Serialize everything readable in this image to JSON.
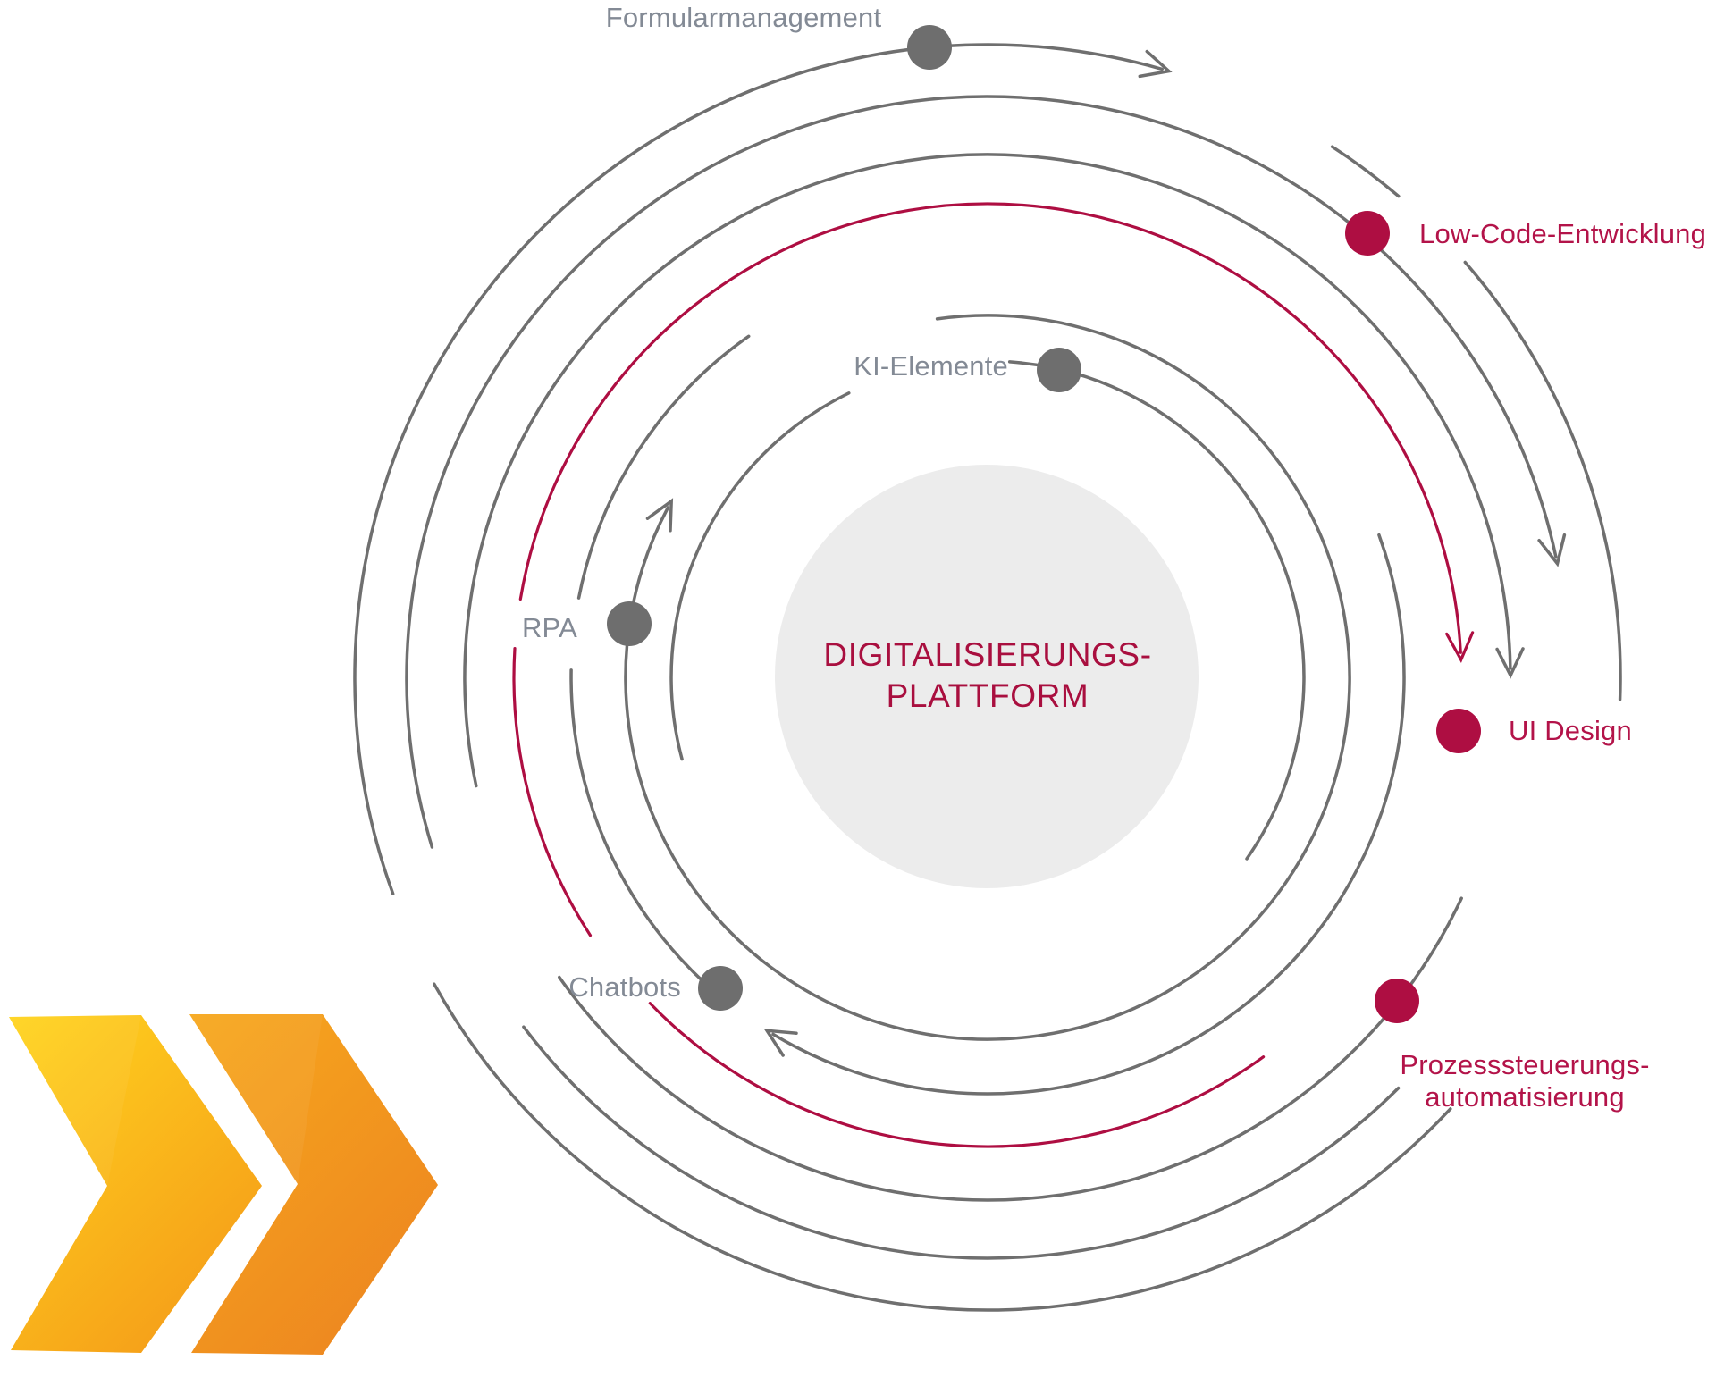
{
  "diagram": {
    "center": {
      "title_line1": "DIGITALISIERUNGS-",
      "title_line2": "PLATTFORM"
    },
    "nodes": [
      {
        "label": "Formularmanagement",
        "style": "gray"
      },
      {
        "label": "Low-Code-Entwicklung",
        "style": "crimson"
      },
      {
        "label": "KI-Elemente",
        "style": "gray"
      },
      {
        "label": "RPA",
        "style": "gray"
      },
      {
        "label": "UI Design",
        "style": "crimson"
      },
      {
        "label": "Chatbots",
        "style": "gray"
      },
      {
        "label_line1": "Prozesssteuerungs-",
        "label_line2": "automatisierung",
        "style": "crimson"
      }
    ],
    "colors": {
      "arc_gray": "#6F6F6F",
      "dot_gray": "#6E6E6E",
      "label_gray": "#838A95",
      "arc_crimson": "#AE0E42",
      "label_crimson": "#B31349",
      "center_fill": "#ECECEC",
      "center_text": "#A90F3F",
      "logo_gold_start": "#FFD41E",
      "logo_gold_end": "#F59C19",
      "logo_orange_start": "#F7A81D",
      "logo_orange_end": "#ED8620"
    }
  }
}
